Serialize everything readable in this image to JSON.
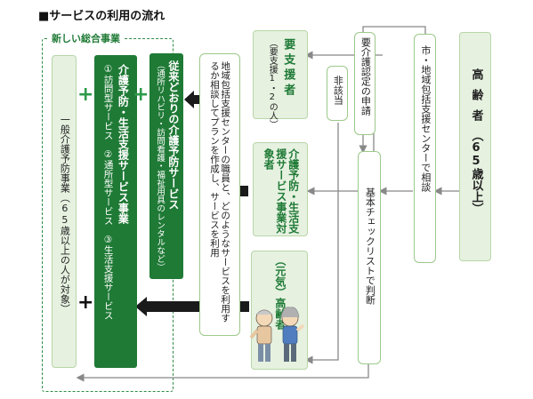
{
  "title": "■サービスの利用の流れ",
  "nodes": {
    "koreisha": {
      "main": "高齢者",
      "sub": "（65歳以上）"
    },
    "center_soudan": "市・地域包括支援センターで相談",
    "yokaigo_shinsei": "要介護認定の申請",
    "higaito": "非該当",
    "kihon_check": "基本チェックリストで判断",
    "yoshien": {
      "main": "要支援者",
      "sub": "（要支援1・2の人）"
    },
    "jigyo_taishosha": "介護予防・生活支援サービス事業対象者",
    "genki_koreisha": "（元気）高齢者",
    "plan_text": "地域包括支援センターの職員と、どのようなサービスを利用するか相談してプランを作成し、サービスを利用",
    "jurai": {
      "main": "従来どおりの介護予防サービス",
      "sub": "（通所リハビリ・訪問看護・福祉用具のレンタルなど）"
    },
    "seikatsu_shien": {
      "main": "介護予防・生活支援サービス事業",
      "items": "①訪問型サービス　②通所型サービス　③生活支援サービス"
    },
    "ippan": "一般介護予防事業（65歳以上の人が対象）"
  },
  "group_label": "新しい総合事業",
  "plus": "+",
  "colors": {
    "accent": "#1f7a36",
    "light_green": "#e6f1e0",
    "border_green": "#9cc98a",
    "arrow_gray": "#888888",
    "arrow_dark": "#1a1a1a"
  }
}
